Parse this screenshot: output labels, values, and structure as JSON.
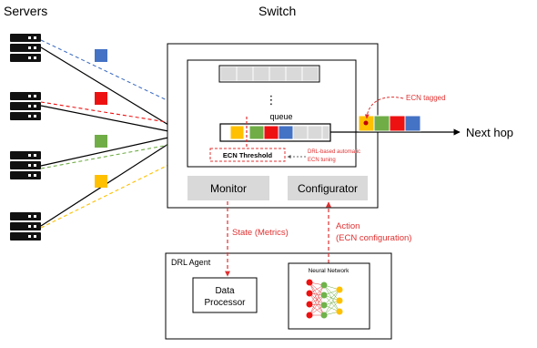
{
  "labels": {
    "servers": "Servers",
    "switch": "Switch",
    "queue": "queue",
    "ecn_tagged": "ECN tagged",
    "next_hop": "Next hop",
    "ecn_threshold": "ECN Threshold",
    "drl_tuning_line1": "DRL-based automatic",
    "drl_tuning_line2": "ECN tuning",
    "monitor": "Monitor",
    "configurator": "Configurator",
    "state_metrics": "State (Metrics)",
    "action_line1": "Action",
    "action_line2": "(ECN configuration)",
    "drl_agent": "DRL Agent",
    "data_processor_line1": "Data",
    "data_processor_line2": "Processor",
    "neural_network": "Neural Network",
    "ellipsis": "⋮"
  },
  "colors": {
    "blue": "#4472c4",
    "red": "#ee1111",
    "green": "#70ad47",
    "yellow": "#ffc000",
    "dashed_red": "#e03030",
    "gray_slot": "#d9d9d9",
    "gray_button": "#d9d9d9"
  },
  "flows": [
    "blue",
    "red",
    "green",
    "yellow"
  ],
  "queue_packets": [
    "yellow",
    "green",
    "red",
    "blue"
  ],
  "egress_packets": [
    "yellow",
    "green",
    "red",
    "blue"
  ],
  "icons": {
    "server": "server-rack-icon",
    "neuron": "neuron-node-icon"
  }
}
